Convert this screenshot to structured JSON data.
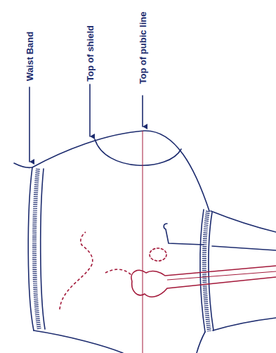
{
  "diagram": {
    "labels": [
      "Waist Band",
      "Top of shield",
      "Top of pubic line"
    ]
  }
}
